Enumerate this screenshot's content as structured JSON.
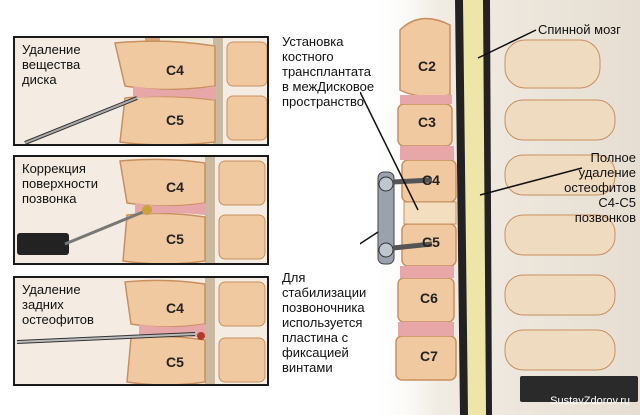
{
  "panels": [
    {
      "label": "Удаление\nвещества\nдиска",
      "upper": "C4",
      "lower": "C5"
    },
    {
      "label": "Коррекция\nповерхности\nпозвонка",
      "upper": "C4",
      "lower": "C5"
    },
    {
      "label": "Удаление\nзадних\nостеофитов",
      "upper": "C4",
      "lower": "C5"
    }
  ],
  "spine": {
    "vertebrae": [
      "C2",
      "C3",
      "C4",
      "C5",
      "C6",
      "C7"
    ]
  },
  "annotations": {
    "spinal_cord": "Спинной мозг",
    "graft": "Установка\nкостного\nтрансплантата\nв межДисковое\nпространство",
    "osteophytes": "Полное\nудаление\nостеофитов\nC4-C5\nпозвонков",
    "plate": "Для\nстабилизации\nпозвоночника\nиспользуется\nпластина с\nфиксацией\nвинтами"
  },
  "credit": "SustavZdorov.ru",
  "colors": {
    "bone": "#f0c9a0",
    "bone_edge": "#c98f5e",
    "disc": "#e7a6a8",
    "cord": "#eee6a8",
    "frame": "#1a1a1a"
  }
}
